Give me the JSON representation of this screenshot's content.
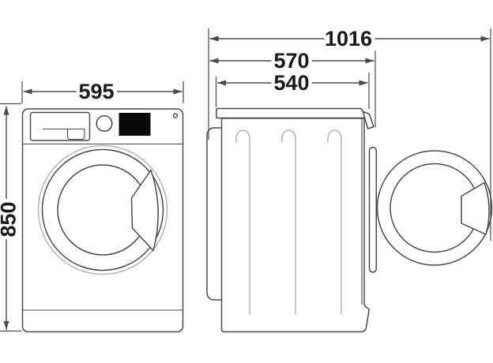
{
  "dimensions": {
    "front_width": "595",
    "front_height": "850",
    "side_depth_door_open": "1016",
    "side_depth_overall": "570",
    "side_depth_body": "540"
  },
  "colors": {
    "line": "#4a4a4a",
    "light_line": "#b3b3b3",
    "rib_line": "#a8a8a8",
    "label_text": "#1a1a1a",
    "display_fill": "#0a0a0a",
    "background": "#ffffff"
  }
}
